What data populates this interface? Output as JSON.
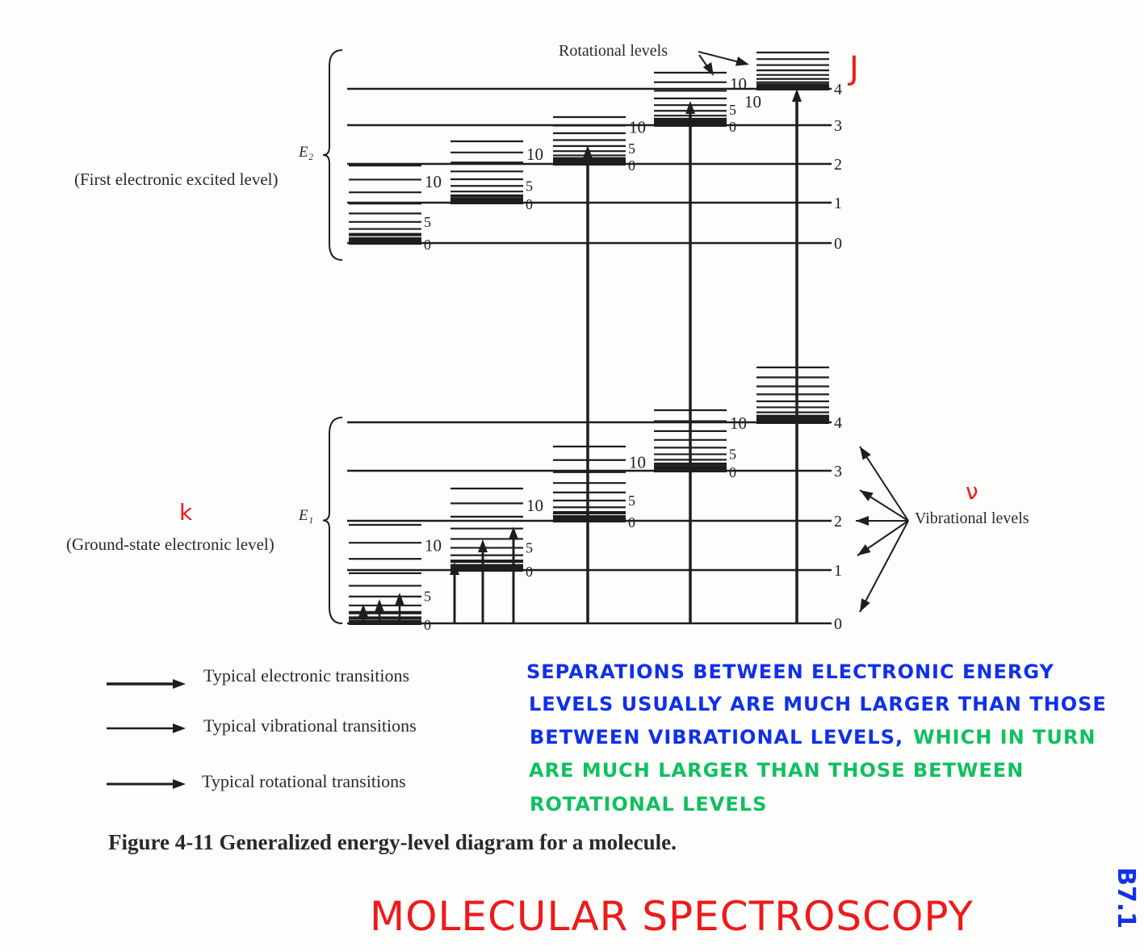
{
  "upper_state": {
    "symbol": "E₂",
    "label": "(First electronic excited level)"
  },
  "lower_state": {
    "symbol": "E₁",
    "label": "(Ground-state electronic level)"
  },
  "vibrational_numbers": [
    "0",
    "1",
    "2",
    "3",
    "4"
  ],
  "rotational_numbers": {
    "low": "0",
    "mid": "5",
    "high": "10"
  },
  "rotational_levels_label": "Rotational levels",
  "vibrational_levels_label": "Vibrational levels",
  "legend": [
    {
      "label": "Typical   electronic   transitions"
    },
    {
      "label": "Typical  vibrational   transitions"
    },
    {
      "label": "Typical   rotational   transitions"
    }
  ],
  "caption": "Figure 4-11  Generalized energy-level diagram for a molecule.",
  "annotations": {
    "J": "J",
    "k": "k",
    "v": "ν",
    "note_blue": [
      "SEPARATIONS BETWEEN ELECTRONIC ENERGY",
      "LEVELS USUALLY ARE MUCH LARGER THAN THOSE",
      "BETWEEN VIBRATIONAL LEVELS,"
    ],
    "note_green_1": "WHICH IN TURN",
    "note_green": [
      "ARE MUCH LARGER THAN THOSE BETWEEN",
      "ROTATIONAL LEVELS"
    ],
    "title": "MOLECULAR SPECTROSCOPY",
    "page": "B7.1"
  },
  "colors": {
    "ink": "#1e1e1e",
    "blue": "#1030e8",
    "green": "#10c060",
    "red": "#ee1a1a"
  }
}
